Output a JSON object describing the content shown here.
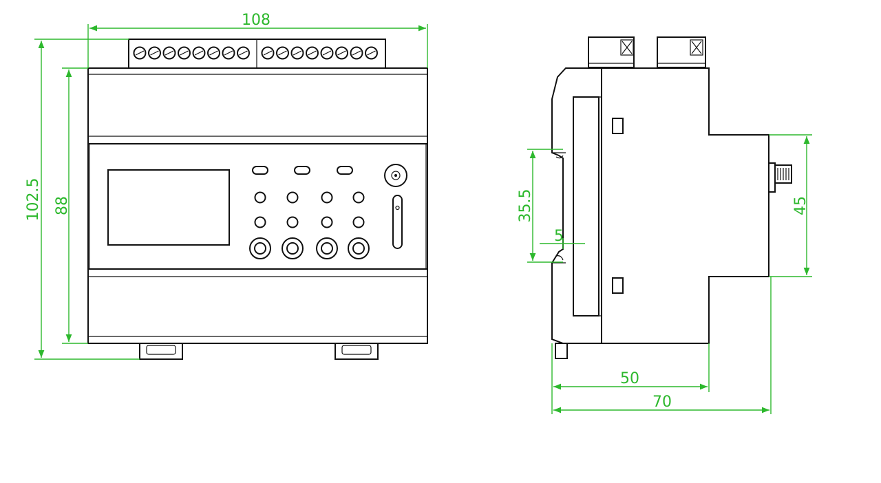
{
  "front_view": {
    "dimensions": {
      "width": "108",
      "total_height": "102.5",
      "body_height": "88"
    }
  },
  "side_view": {
    "dimensions": {
      "rail_height": "35.5",
      "rail_offset": "5",
      "terminal_height": "45",
      "body_depth": "50",
      "total_depth": "70"
    }
  },
  "colors": {
    "dimension_lines": "#2db82d",
    "outline": "#111111"
  }
}
